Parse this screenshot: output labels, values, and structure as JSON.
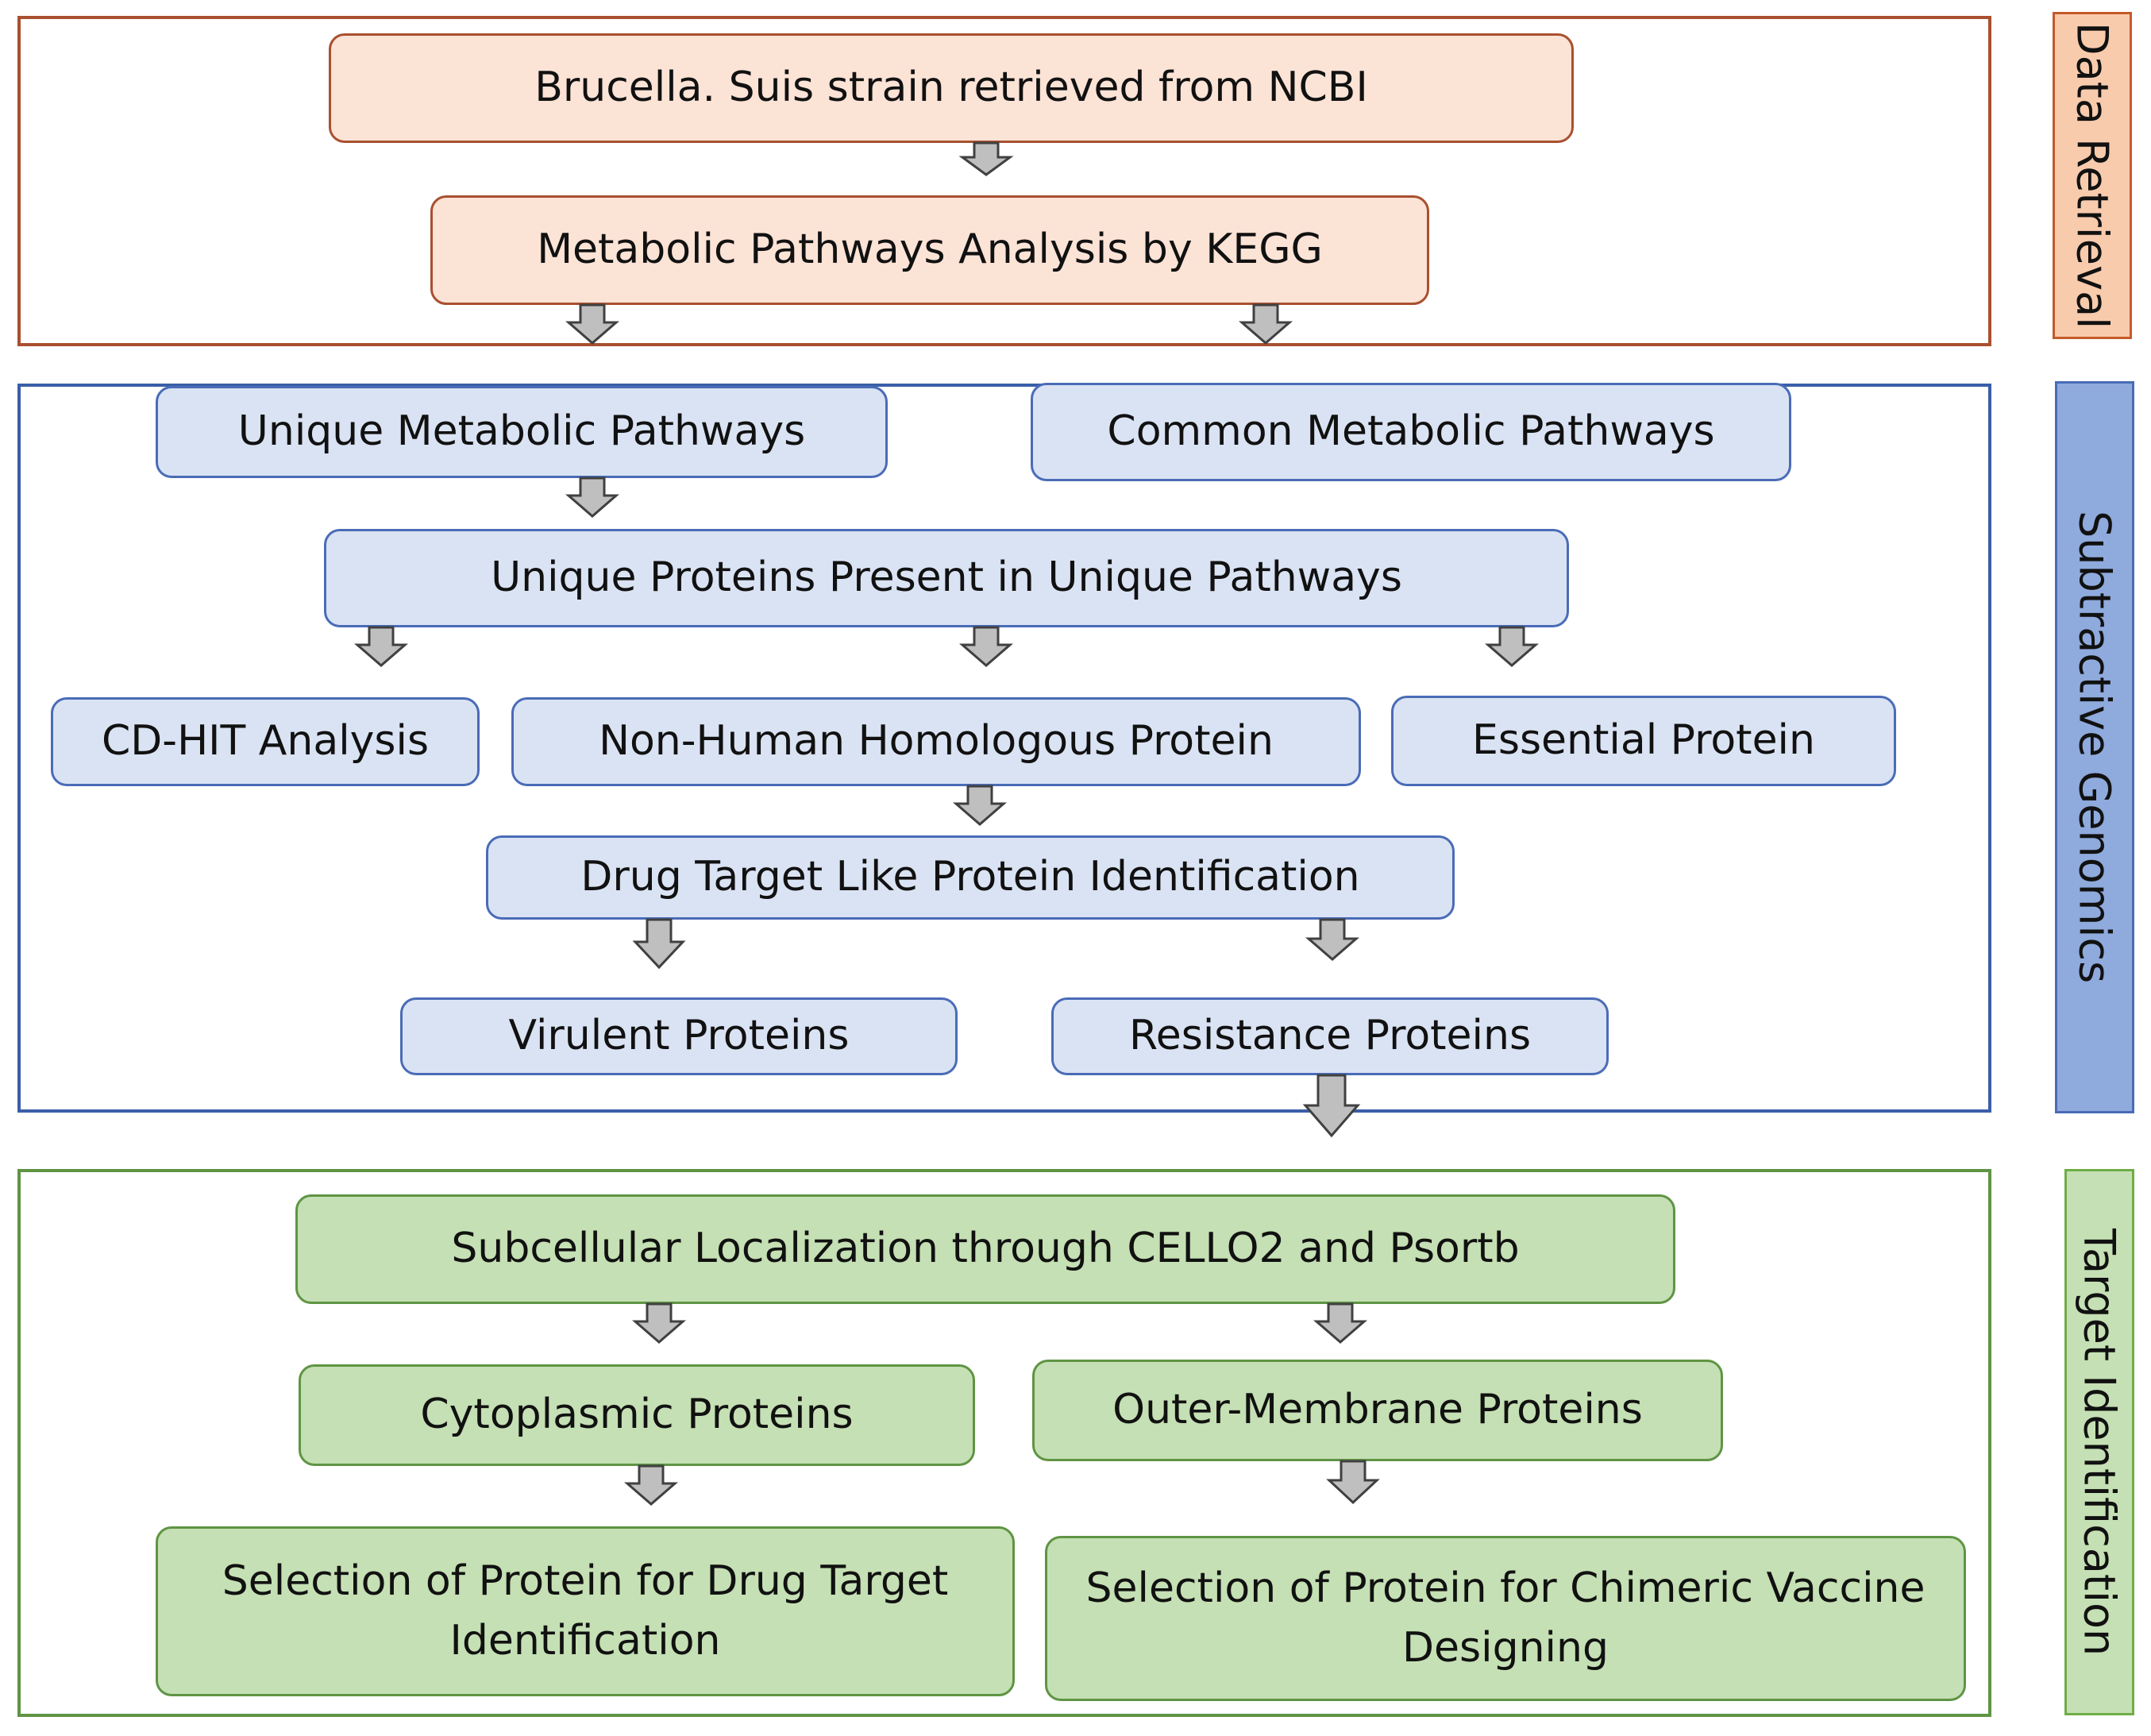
{
  "sections": {
    "data_retrieval": "Data Retrieval",
    "subtractive_genomics": "Subtractive Genomics",
    "target_identification": "Target Identification"
  },
  "boxes": {
    "ncbi": "Brucella. Suis strain retrieved from NCBI",
    "kegg": "Metabolic Pathways Analysis by KEGG",
    "unique_pathways": "Unique Metabolic Pathways",
    "common_pathways": "Common Metabolic Pathways",
    "unique_proteins": "Unique Proteins Present in Unique Pathways",
    "cdhit": "CD-HIT Analysis",
    "non_human": "Non-Human Homologous Protein",
    "essential": "Essential Protein",
    "drug_target_like": "Drug Target Like Protein Identification",
    "virulent": "Virulent Proteins",
    "resistance": "Resistance Proteins",
    "subcellular": "Subcellular Localization through CELLO2 and Psortb",
    "cytoplasmic": "Cytoplasmic Proteins",
    "outer_membrane": "Outer-Membrane Proteins",
    "drug_selection": "Selection of Protein for Drug Target Identification",
    "vaccine_selection": "Selection of Protein for Chimeric Vaccine Designing"
  },
  "colors": {
    "orange_fill": "#fbe3d6",
    "orange_border": "#a9502f",
    "blue_fill": "#dae3f3",
    "blue_border": "#4a6cb7",
    "green_fill": "#c5e0b4",
    "green_border": "#5f9444",
    "arrow_fill": "#bfbfbf"
  }
}
